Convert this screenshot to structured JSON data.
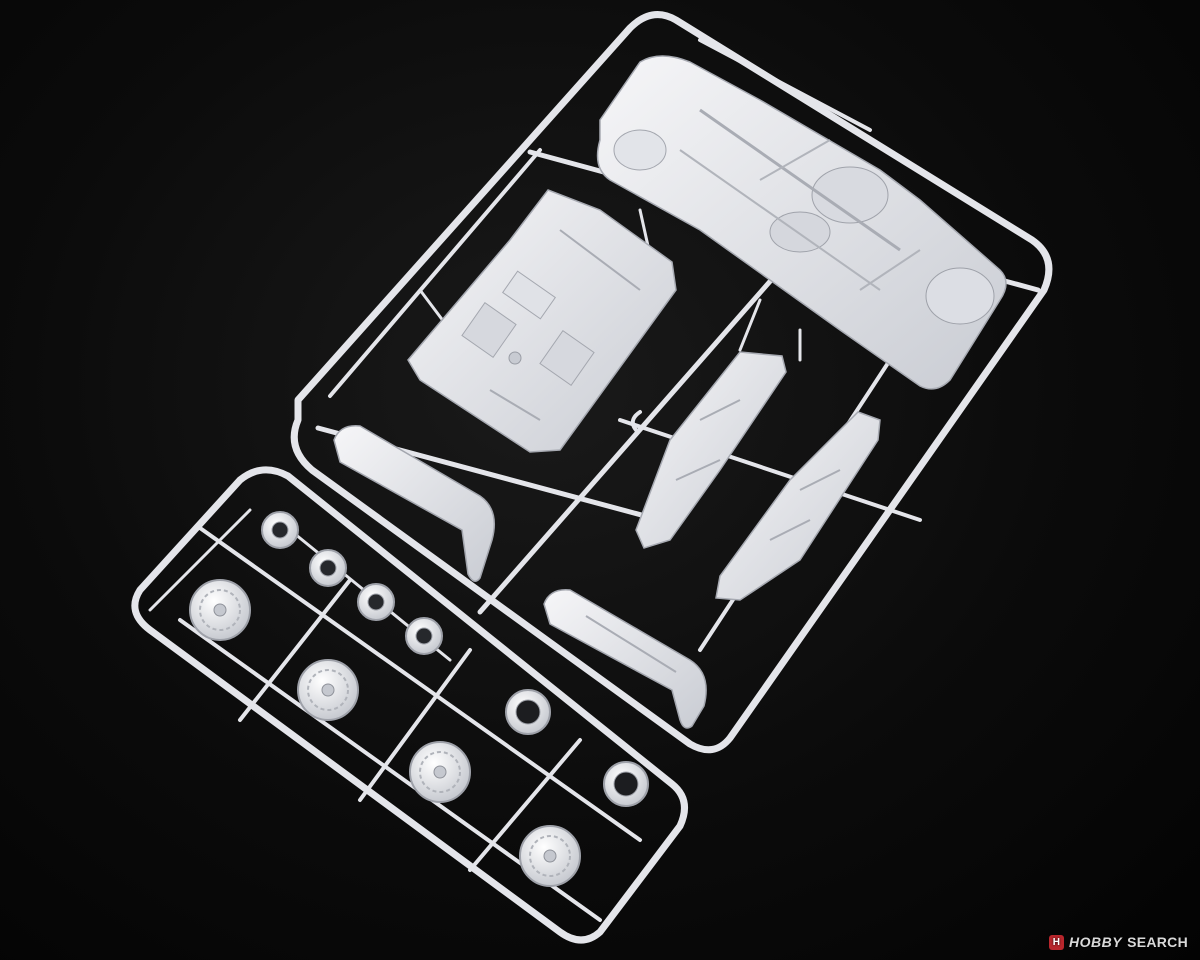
{
  "watermark": {
    "badge": "H",
    "hobby": "HOBBY",
    "search": "SEARCH"
  },
  "colors": {
    "background": "#050505",
    "plastic": "#eaeaee",
    "plastic_shadow": "#b9bcc4",
    "watermark_badge": "#b8262c"
  }
}
